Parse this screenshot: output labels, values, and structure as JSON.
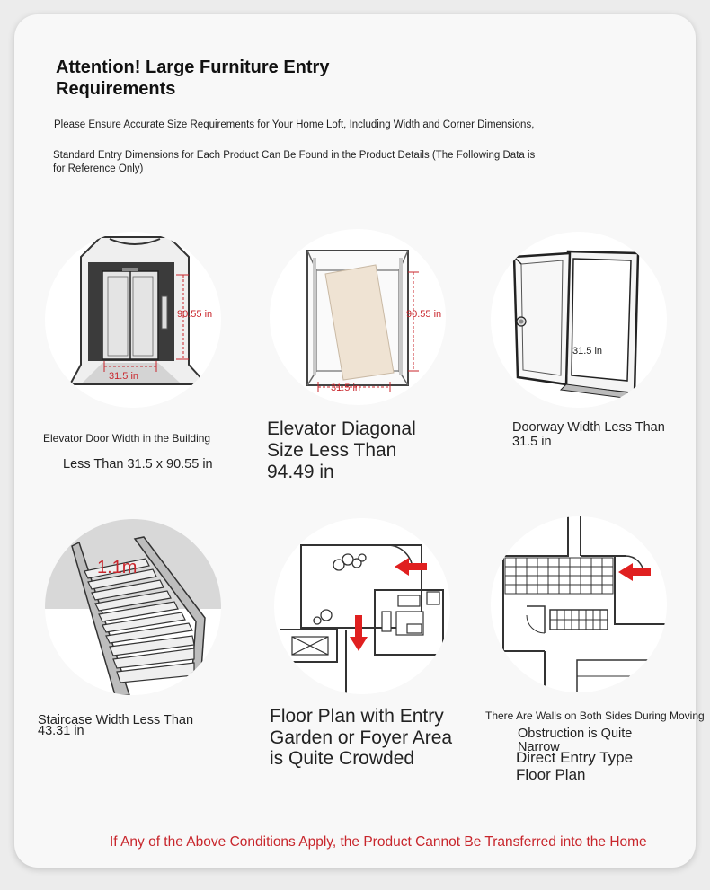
{
  "header": {
    "title": "Attention! Large Furniture Entry Requirements",
    "subtitle_1": "Please Ensure Accurate Size Requirements for Your Home Loft, Including Width and Corner Dimensions,",
    "subtitle_2": "Standard Entry Dimensions for Each Product Can Be Found in the Product Details (The Following Data is for Reference Only)"
  },
  "cards": {
    "elevator_door": {
      "label_height": "90.55 in",
      "label_width": "31.5 in",
      "caption_line_1": "Elevator Door Width in the Building",
      "caption_line_2": "Less Than 31.5 x 90.55 in"
    },
    "elevator_diagonal": {
      "label_height": "90.55 in",
      "label_width": "31.5 in",
      "caption": "Elevator Diagonal Size Less Than 94.49 in"
    },
    "doorway": {
      "label_width": "31.5 in",
      "caption": "Doorway Width Less Than 31.5 in"
    },
    "staircase": {
      "label": "1.1m",
      "caption": "Staircase Width Less Than 43.31 in"
    },
    "floor_plan_garden": {
      "caption": "Floor Plan with Entry Garden or Foyer Area is Quite Crowded"
    },
    "direct_entry": {
      "caption_top": "There Are Walls on Both Sides During Moving",
      "caption_mid": "Obstruction is Quite Narrow",
      "caption_main": "Direct Entry Type Floor Plan"
    }
  },
  "footer": {
    "warning": "If Any of the Above Conditions Apply, the Product Cannot Be Transferred into the Home"
  },
  "colors": {
    "accent_red": "#c8262c",
    "text": "#111111",
    "background": "#f8f8f8"
  }
}
